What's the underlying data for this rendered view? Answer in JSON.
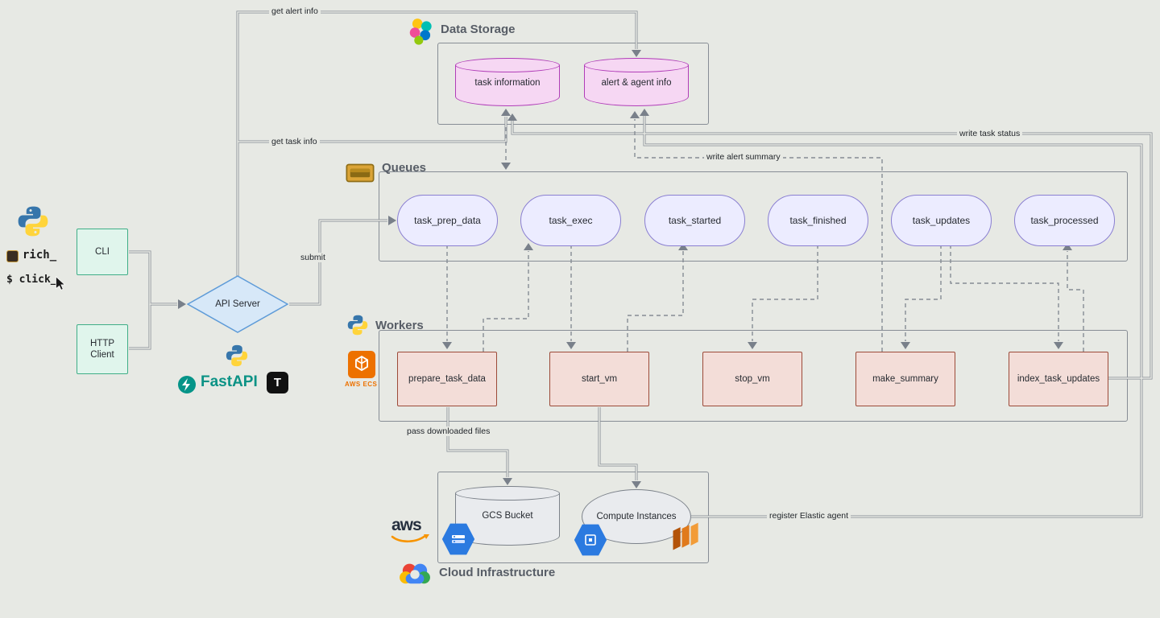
{
  "left": {
    "rich": "rich_",
    "click": "$ click_",
    "cli": "CLI",
    "http_client": "HTTP Client",
    "api_server": "API Server",
    "fastapi": "FastAPI",
    "typer_letter": "T"
  },
  "data_storage": {
    "title": "Data Storage",
    "task_information": "task information",
    "alert_agent_info": "alert & agent info"
  },
  "queues": {
    "title": "Queues",
    "items": [
      "task_prep_data",
      "task_exec",
      "task_started",
      "task_finished",
      "task_updates",
      "task_processed"
    ]
  },
  "workers": {
    "title": "Workers",
    "ecs_label": "AWS ECS",
    "items": [
      "prepare_task_data",
      "start_vm",
      "stop_vm",
      "make_summary",
      "index_task_updates"
    ]
  },
  "cloud": {
    "title": "Cloud Infrastructure",
    "aws": "aws",
    "gcs_bucket": "GCS Bucket",
    "compute_instances": "Compute Instances"
  },
  "edges": {
    "get_alert_info": "get alert info",
    "get_task_info": "get task info",
    "submit": "submit",
    "write_task_status": "write task status",
    "write_alert_summary": "write alert summary",
    "pass_files": "pass downloaded files",
    "register_agent": "register Elastic agent"
  }
}
